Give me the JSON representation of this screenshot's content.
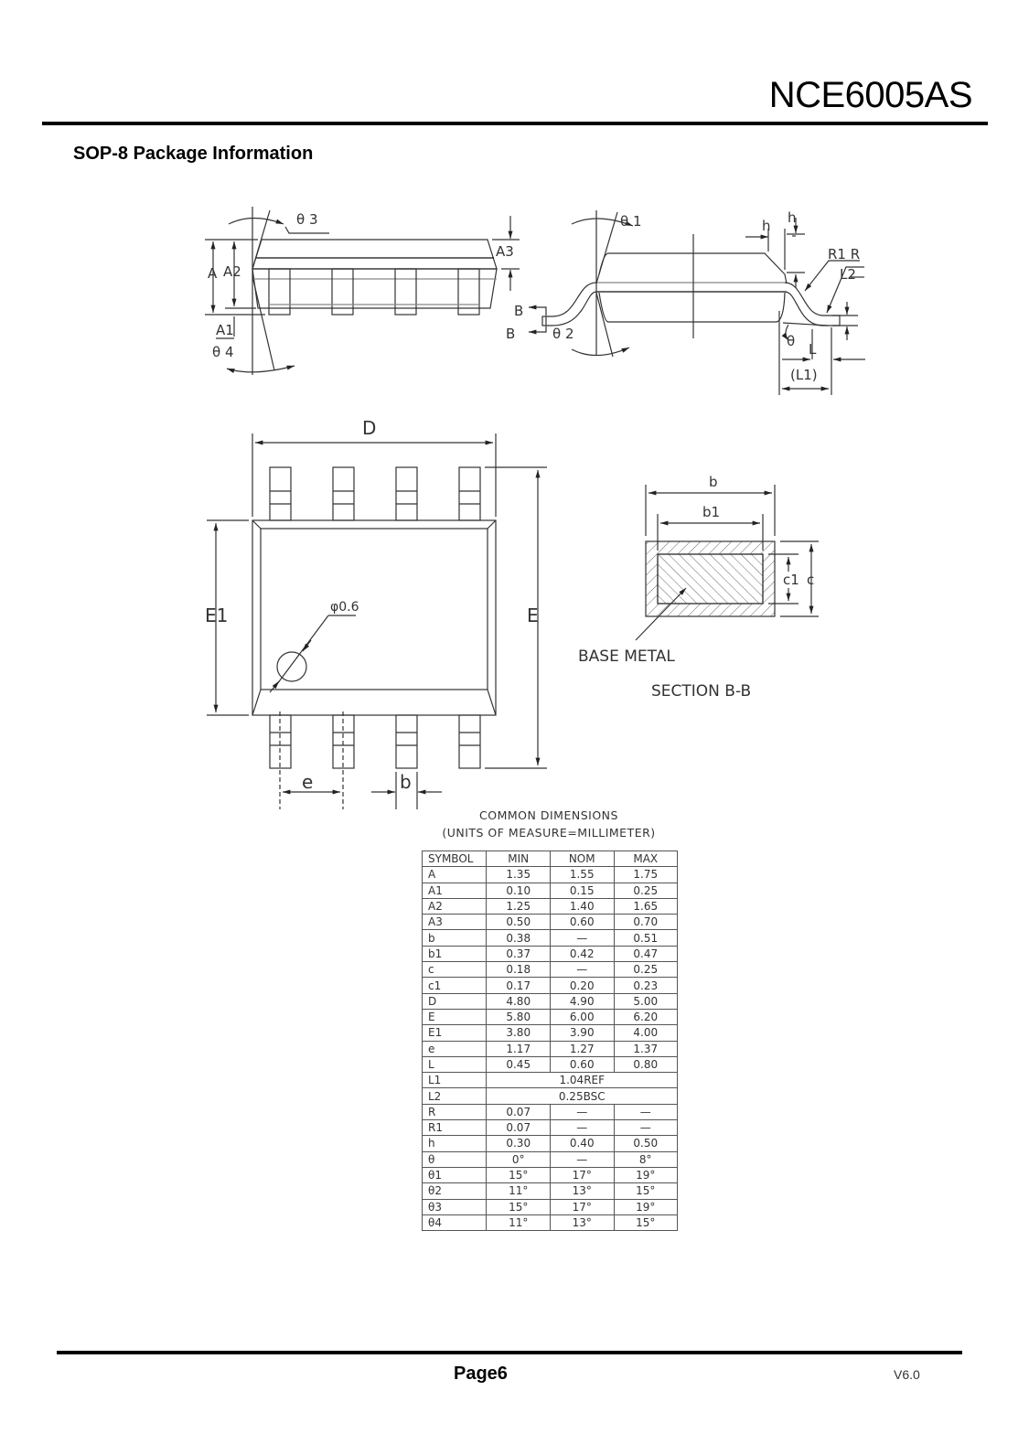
{
  "header": {
    "part_number": "NCE6005AS",
    "section_title": "SOP-8 Package Information"
  },
  "drawings": {
    "side_view": {
      "labels": {
        "theta3": "θ 3",
        "theta4": "θ 4",
        "A": "A",
        "A1": "A1",
        "A2": "A2",
        "A3": "A3"
      }
    },
    "end_view": {
      "labels": {
        "theta1": "θ 1",
        "theta2": "θ 2",
        "theta": "θ",
        "h1": "h",
        "h2": "h",
        "R1R": "R1 R",
        "L2": "L2",
        "L": "L",
        "L1": "(L1)",
        "B_top": "B",
        "B_bottom": "B"
      }
    },
    "top_view": {
      "labels": {
        "D": "D",
        "E": "E",
        "E1": "E1",
        "e": "e",
        "b": "b",
        "pin1_mark": "φ0.6"
      }
    },
    "section_bb": {
      "labels": {
        "b": "b",
        "b1": "b1",
        "c": "c",
        "c1": "c1",
        "base_metal": "BASE METAL",
        "title": "SECTION B-B"
      }
    }
  },
  "dimensions_table": {
    "caption_line1": "COMMON DIMENSIONS",
    "caption_line2": "(UNITS OF MEASURE=MILLIMETER)",
    "columns": [
      "SYMBOL",
      "MIN",
      "NOM",
      "MAX"
    ],
    "rows": [
      {
        "symbol": "A",
        "min": "1.35",
        "nom": "1.55",
        "max": "1.75"
      },
      {
        "symbol": "A1",
        "min": "0.10",
        "nom": "0.15",
        "max": "0.25"
      },
      {
        "symbol": "A2",
        "min": "1.25",
        "nom": "1.40",
        "max": "1.65"
      },
      {
        "symbol": "A3",
        "min": "0.50",
        "nom": "0.60",
        "max": "0.70"
      },
      {
        "symbol": "b",
        "min": "0.38",
        "nom": "—",
        "max": "0.51"
      },
      {
        "symbol": "b1",
        "min": "0.37",
        "nom": "0.42",
        "max": "0.47"
      },
      {
        "symbol": "c",
        "min": "0.18",
        "nom": "—",
        "max": "0.25"
      },
      {
        "symbol": "c1",
        "min": "0.17",
        "nom": "0.20",
        "max": "0.23"
      },
      {
        "symbol": "D",
        "min": "4.80",
        "nom": "4.90",
        "max": "5.00"
      },
      {
        "symbol": "E",
        "min": "5.80",
        "nom": "6.00",
        "max": "6.20"
      },
      {
        "symbol": "E1",
        "min": "3.80",
        "nom": "3.90",
        "max": "4.00"
      },
      {
        "symbol": "e",
        "min": "1.17",
        "nom": "1.27",
        "max": "1.37"
      },
      {
        "symbol": "L",
        "min": "0.45",
        "nom": "0.60",
        "max": "0.80"
      },
      {
        "symbol": "L1",
        "span": "1.04REF"
      },
      {
        "symbol": "L2",
        "span": "0.25BSC"
      },
      {
        "symbol": "R",
        "min": "0.07",
        "nom": "—",
        "max": "—"
      },
      {
        "symbol": "R1",
        "min": "0.07",
        "nom": "—",
        "max": "—"
      },
      {
        "symbol": "h",
        "min": "0.30",
        "nom": "0.40",
        "max": "0.50"
      },
      {
        "symbol": "θ",
        "min": "0°",
        "nom": "—",
        "max": "8°"
      },
      {
        "symbol": "θ1",
        "min": "15°",
        "nom": "17°",
        "max": "19°"
      },
      {
        "symbol": "θ2",
        "min": "11°",
        "nom": "13°",
        "max": "15°"
      },
      {
        "symbol": "θ3",
        "min": "15°",
        "nom": "17°",
        "max": "19°"
      },
      {
        "symbol": "θ4",
        "min": "11°",
        "nom": "13°",
        "max": "15°"
      }
    ]
  },
  "footer": {
    "page": "Page6",
    "version": "V6.0"
  }
}
